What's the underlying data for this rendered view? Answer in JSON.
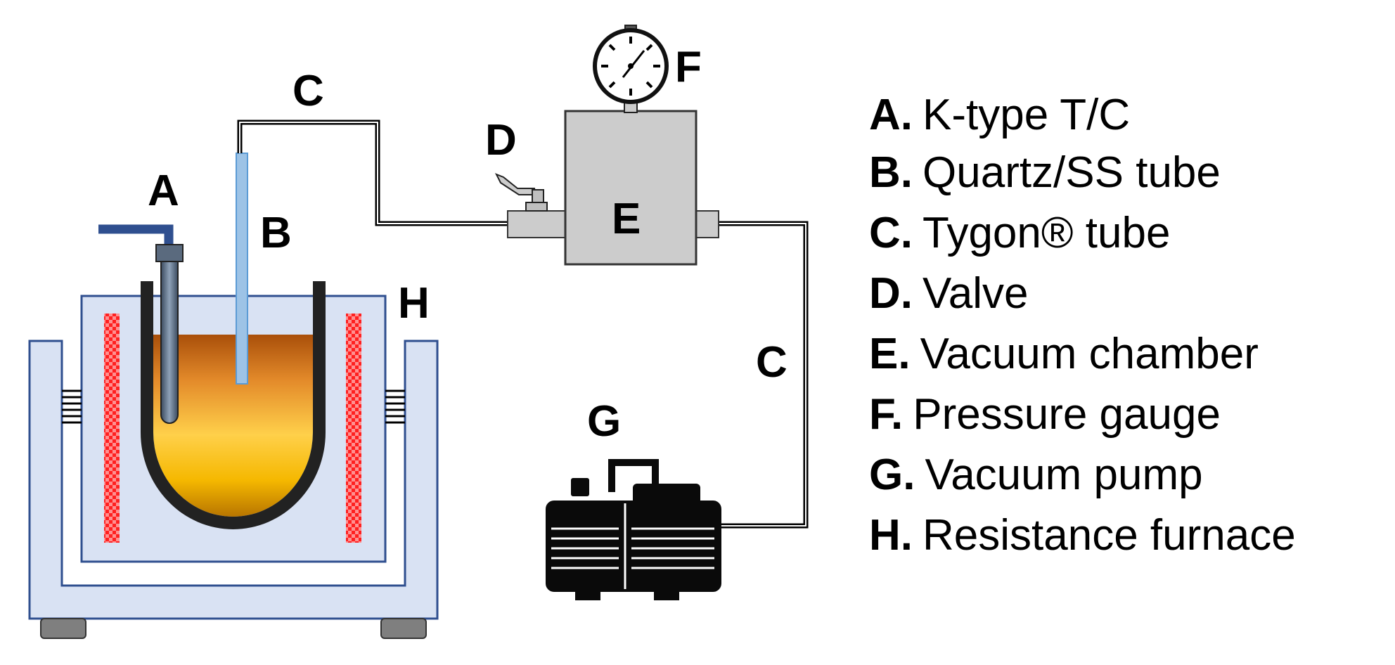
{
  "labels": {
    "A": "A",
    "B": "B",
    "C_top": "C",
    "C_right": "C",
    "D": "D",
    "E": "E",
    "F": "F",
    "G": "G",
    "H": "H"
  },
  "legend": [
    {
      "key": "A.",
      "text": "K-type T/C"
    },
    {
      "key": "B.",
      "text": "Quartz/SS tube"
    },
    {
      "key": "C.",
      "text": "Tygon® tube"
    },
    {
      "key": "D.",
      "text": "Valve"
    },
    {
      "key": "E.",
      "text": "Vacuum chamber"
    },
    {
      "key": "F.",
      "text": "Pressure gauge"
    },
    {
      "key": "G.",
      "text": "Vacuum pump"
    },
    {
      "key": "H.",
      "text": "Resistance furnace"
    }
  ],
  "colors": {
    "furnace_fill": "#d9e2f3",
    "furnace_stroke": "#2f4f8f",
    "heater": "#ff2d2d",
    "crucible": "#222222",
    "melt_top": "#b85c10",
    "melt_mid": "#ffd24a",
    "melt_bottom": "#d08a00",
    "thermocouple": "#2f4f8f",
    "quartz_tube": "#9dc3e6",
    "chamber": "#cccccc",
    "pump": "#0a0a0a"
  }
}
